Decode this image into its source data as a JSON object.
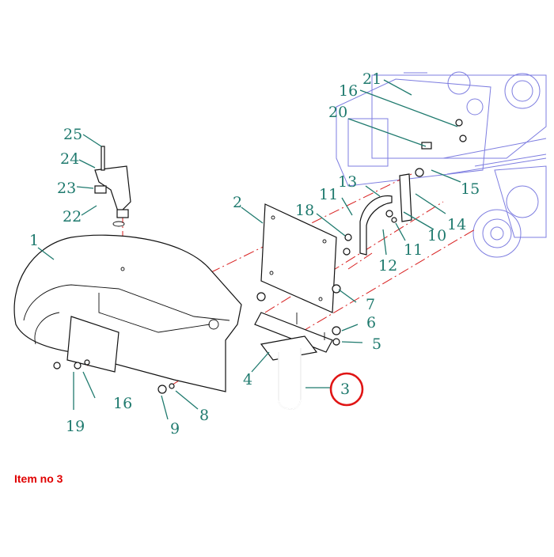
{
  "callouts": [
    {
      "id": "1",
      "label": "1"
    },
    {
      "id": "2",
      "label": "2"
    },
    {
      "id": "3",
      "label": "3"
    },
    {
      "id": "4",
      "label": "4"
    },
    {
      "id": "5",
      "label": "5"
    },
    {
      "id": "6",
      "label": "6"
    },
    {
      "id": "7",
      "label": "7"
    },
    {
      "id": "8",
      "label": "8"
    },
    {
      "id": "9",
      "label": "9"
    },
    {
      "id": "10",
      "label": "10"
    },
    {
      "id": "11a",
      "label": "11"
    },
    {
      "id": "11b",
      "label": "11"
    },
    {
      "id": "12",
      "label": "12"
    },
    {
      "id": "13",
      "label": "13"
    },
    {
      "id": "14",
      "label": "14"
    },
    {
      "id": "15",
      "label": "15"
    },
    {
      "id": "16a",
      "label": "16"
    },
    {
      "id": "16b",
      "label": "16"
    },
    {
      "id": "18",
      "label": "18"
    },
    {
      "id": "19",
      "label": "19"
    },
    {
      "id": "20",
      "label": "20"
    },
    {
      "id": "21",
      "label": "21"
    },
    {
      "id": "22",
      "label": "22"
    },
    {
      "id": "23",
      "label": "23"
    },
    {
      "id": "24",
      "label": "24"
    },
    {
      "id": "25",
      "label": "25"
    }
  ],
  "highlight": {
    "item": "3",
    "color": "#e01515"
  },
  "caption": "Item no 3",
  "colors": {
    "callout": "#1f7a6e",
    "centerline": "#d81e1e",
    "background_machine": "#7d7de0",
    "caption": "#e00000"
  }
}
